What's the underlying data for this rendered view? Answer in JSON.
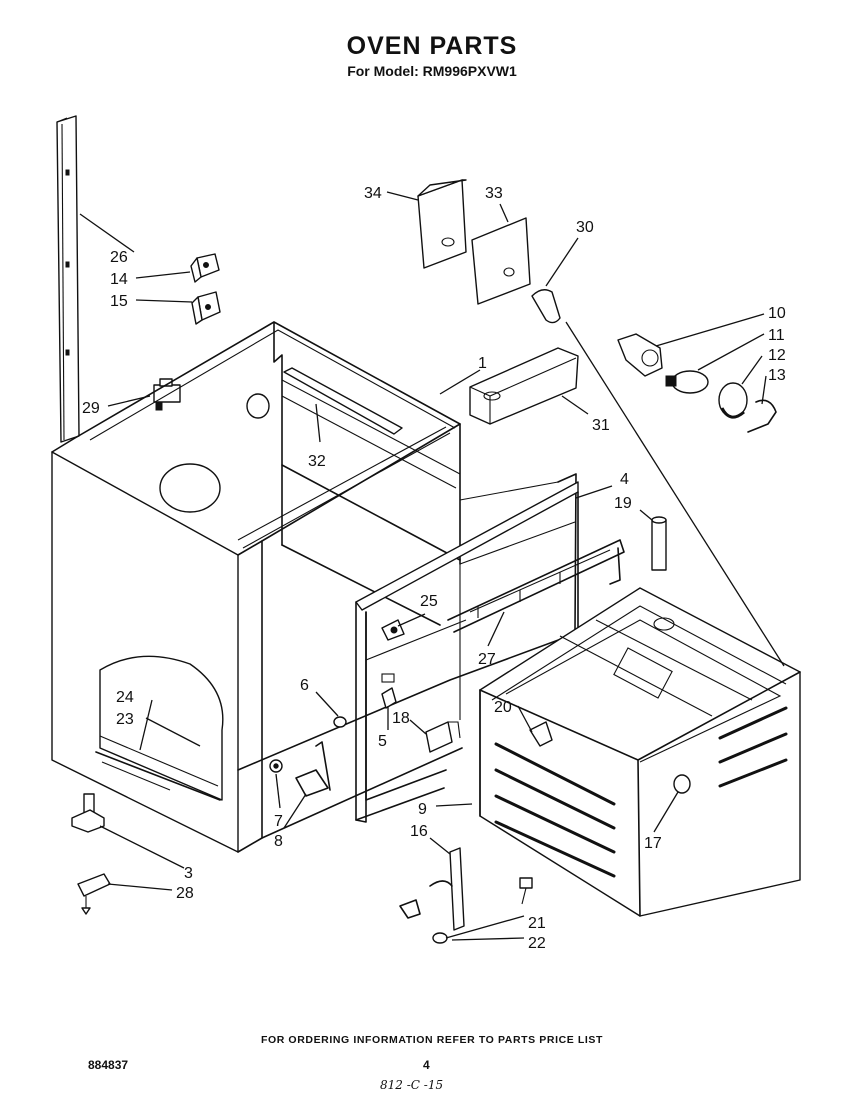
{
  "header": {
    "title": "OVEN PARTS",
    "subtitle": "For Model: RM996PXVW1"
  },
  "footer": {
    "note": "FOR ORDERING INFORMATION REFER TO PARTS PRICE LIST",
    "doc_number": "884837",
    "page_number": "4",
    "handwritten_code": "812 -C -15"
  },
  "callouts": {
    "p1": "1",
    "p3": "3",
    "p4": "4",
    "p5": "5",
    "p6": "6",
    "p7": "7",
    "p8": "8",
    "p9": "9",
    "p10": "10",
    "p11": "11",
    "p12": "12",
    "p13": "13",
    "p14": "14",
    "p15": "15",
    "p16": "16",
    "p17": "17",
    "p18": "18",
    "p19": "19",
    "p20": "20",
    "p21": "21",
    "p22": "22",
    "p23": "23",
    "p24": "24",
    "p25": "25",
    "p26": "26",
    "p27": "27",
    "p28": "28",
    "p29": "29",
    "p30": "30",
    "p31": "31",
    "p32": "32",
    "p33": "33",
    "p34": "34"
  }
}
